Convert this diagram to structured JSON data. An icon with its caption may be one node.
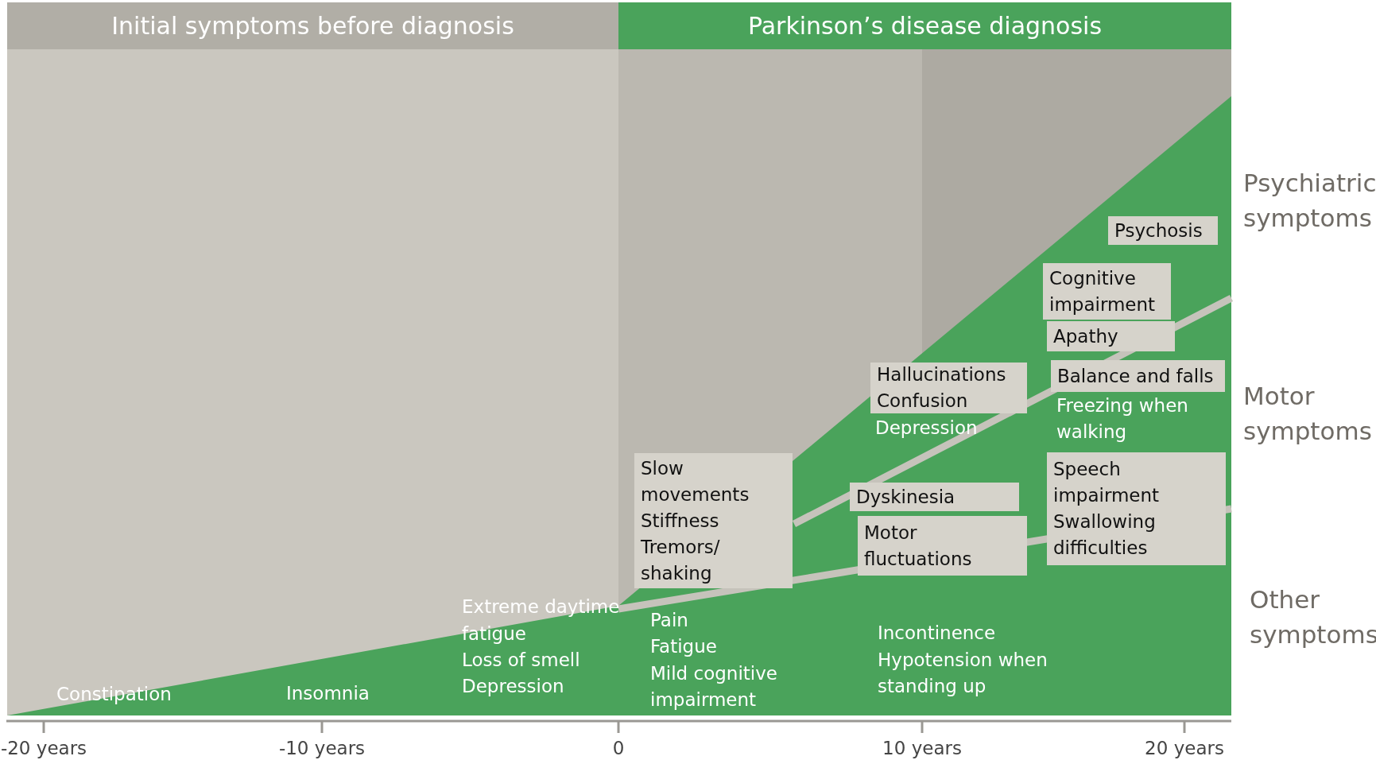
{
  "diagram": {
    "nodes": [
      {
        "text": [
          "Initial symptoms before diagnosis"
        ]
      },
      {
        "text": [
          "Parkinson’s disease diagnosis"
        ]
      },
      {
        "text": [
          "Psychosis"
        ]
      },
      {
        "text": [
          "Cognitive impairment"
        ]
      },
      {
        "text": [
          "Apathy"
        ]
      },
      {
        "text": [
          "Hallucinations",
          "Confusion"
        ]
      },
      {
        "text": [
          "Balance and falls"
        ]
      },
      {
        "text": [
          "Slow movements",
          "Stiffness",
          "Tremors/ shaking"
        ]
      },
      {
        "text": [
          "Dyskinesia"
        ]
      },
      {
        "text": [
          "Motor fluctuations"
        ]
      },
      {
        "text": [
          "Speech impairment",
          "Swallowing difficulties"
        ]
      }
    ],
    "labels": [
      "Psychiatric symptoms",
      "Motor symptoms",
      "Depression",
      "Freezing when walking",
      "Extreme daytime fatigue",
      "Loss of smell",
      "Depression",
      "Pain",
      "Fatigue",
      "Mild cognitive impairment",
      "Incontinence",
      "Hypotension when standing up",
      "Other symptoms",
      "Constipation",
      "Insomnia",
      "-20 years",
      "-10 years",
      "0",
      "10 years",
      "20 years"
    ]
  }
}
